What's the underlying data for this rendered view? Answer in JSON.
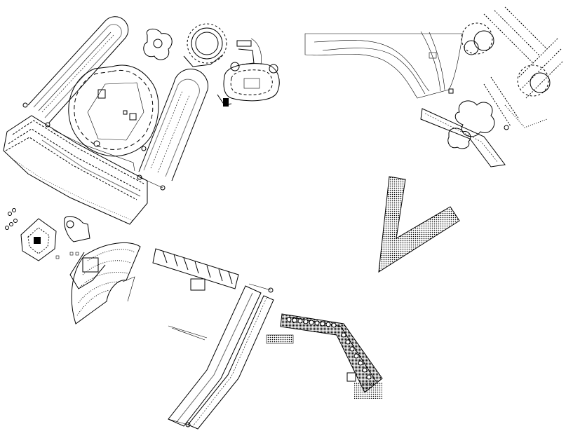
{
  "diagram": {
    "kind": "architectural plan fragments",
    "ink_color": "#000000",
    "paper_color": "#ffffff",
    "fragments": [
      {
        "name": "circus-upper-left"
      },
      {
        "name": "octagonal-hall-with-exedrae"
      },
      {
        "name": "circus-center"
      },
      {
        "name": "rotunda-cluster-top"
      },
      {
        "name": "oval-court-top-right"
      },
      {
        "name": "colonnade-band-left"
      },
      {
        "name": "curved-court-plan-top-right"
      },
      {
        "name": "radiating-wings-top-right"
      },
      {
        "name": "v-shaped-stippled-wall"
      },
      {
        "name": "small-temple-left"
      },
      {
        "name": "theatre-cavea"
      },
      {
        "name": "row-of-chambers"
      },
      {
        "name": "long-diagonal-circus-bottom"
      },
      {
        "name": "bent-colonnade-bottom-right"
      }
    ]
  }
}
